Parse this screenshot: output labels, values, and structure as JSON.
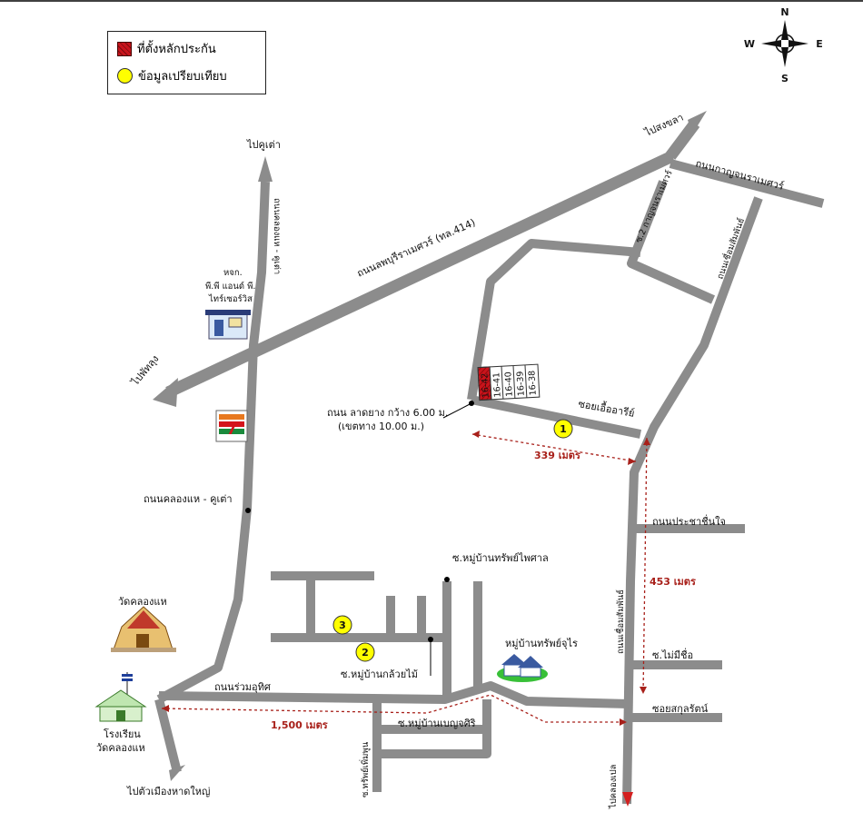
{
  "legend": {
    "collateral_label": "ที่ตั้งหลักประกัน",
    "comparable_label": "ข้อมูลเปรียบเทียบ",
    "collateral_color": "#c8141c",
    "comparable_color": "#ffff00"
  },
  "compass": {
    "n": "N",
    "s": "S",
    "e": "E",
    "w": "W"
  },
  "roads": {
    "phetkasem": "ถนนลพบุรีราเมศวร์ (ทล.414)",
    "kanchanavanich": "ถนนกาญจนราเมศวร์",
    "khlong_hae_khuetao_vert": "ถนนคลองแห - คูเต่า",
    "khlong_hae_khuetao": "ถนนคลองแห - คูเต่า",
    "soi_kanchana2": "ซ.2 กาญจนราเมศวร์",
    "chuemsamphan_top": "ถนนเชื่อมสัมพันธ์",
    "chuemsamphan_bottom": "ถนนเชื่อมสัมพันธ์",
    "soi_ueaari": "ซอยเอื้ออารีย์",
    "pracha_chuenjai": "ถนนประชาชื่นใจ",
    "soi_mai_mi_chue": "ซ.ไม่มีชื่อ",
    "soi_sakulrat": "ซอยสกุลรัตน์",
    "ruam_uthit": "ถนนร่วมอุทิศ",
    "soi_sap_phaisan": "ซ.หมู่บ้านทรัพย์ไพศาล",
    "soi_kluai_mai": "ซ.หมู่บ้านกล้วยไม้",
    "soi_benchasiri": "ซ.หมู่บ้านเบญจศิริ",
    "soi_sap_phoemphun": "ซ.ทรัพย์เพิ่มพูน"
  },
  "directions": {
    "to_khuetao": "ไปคูเต่า",
    "to_songkhla": "ไปสงขลา",
    "to_phatthalung": "ไปพัทลุง",
    "to_hatyai": "ไปตัวเมืองหาดใหญ่",
    "to_khlongpom": "ไปคลองเปล"
  },
  "plots": [
    "16-42",
    "16-41",
    "16-40",
    "16-39",
    "16-38"
  ],
  "road_note": {
    "line1": "ถนน ลาดยาง กว้าง 6.00 ม.",
    "line2": "(เขตทาง 10.00 ม.)"
  },
  "distances": {
    "d1": "339 เมตร",
    "d2": "453 เมตร",
    "d3": "1,500 เมตร"
  },
  "comparables": [
    "1",
    "2",
    "3"
  ],
  "landmarks": {
    "shop_line1": "หจก.",
    "shop_line2": "พี.พี แอนด์ พี.",
    "shop_line3": "ไทร์เซอร์วิส",
    "temple": "วัดคลองแห",
    "school_line1": "โรงเรียน",
    "school_line2": "วัดคลองแห",
    "village_sapjurai": "หมู่บ้านทรัพย์จุไร"
  }
}
